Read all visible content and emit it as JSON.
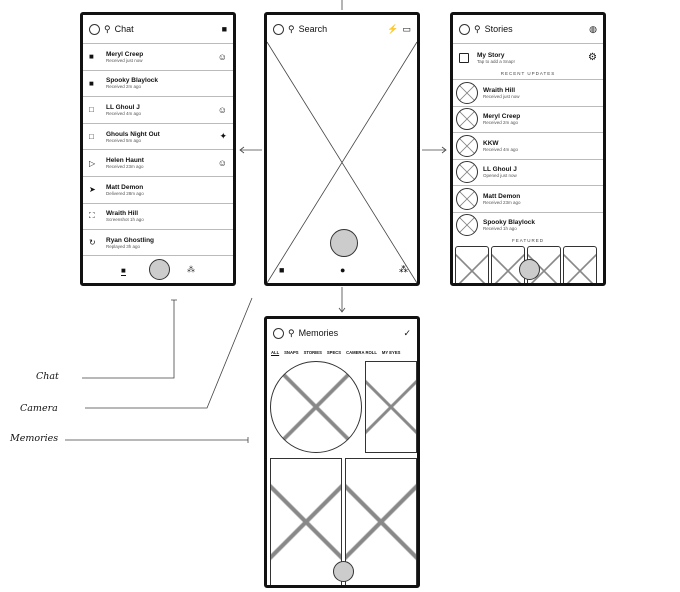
{
  "chat": {
    "title": "Chat",
    "items": [
      {
        "name": "Meryl Creep",
        "status": "Received just now",
        "icon": "filled-chat-icon",
        "trail": "emoji-icon"
      },
      {
        "name": "Spooky Blaylock",
        "status": "Received 2m ago",
        "icon": "filled-square-icon",
        "trail": ""
      },
      {
        "name": "LL Ghoul J",
        "status": "Received 4m ago",
        "icon": "outline-chat-icon",
        "trail": "emoji-icon"
      },
      {
        "name": "Ghouls Night Out",
        "status": "Received 5m ago",
        "icon": "outline-square-icon",
        "trail": "sparkle-icon"
      },
      {
        "name": "Helen Haunt",
        "status": "Received 23m ago",
        "icon": "outline-arrow-icon",
        "trail": "emoji-icon"
      },
      {
        "name": "Matt Demon",
        "status": "Delivered 28m ago",
        "icon": "filled-arrow-icon",
        "trail": ""
      },
      {
        "name": "Wraith Hill",
        "status": "Screenshot 1h ago",
        "icon": "screenshot-icon",
        "trail": ""
      },
      {
        "name": "Ryan Ghostling",
        "status": "Replayed 3h ago",
        "icon": "replay-icon",
        "trail": ""
      }
    ]
  },
  "camera": {
    "title": "Search"
  },
  "stories": {
    "title": "Stories",
    "my_story": "My Story",
    "my_story_sub": "Tap to add a Snap!",
    "recent": "RECENT UPDATES",
    "featured": "FEATURED",
    "items": [
      {
        "name": "Wraith Hill",
        "status": "Received just now"
      },
      {
        "name": "Meryl Creep",
        "status": "Received 2m ago"
      },
      {
        "name": "KKW",
        "status": "Received 4m ago"
      },
      {
        "name": "LL Ghoul J",
        "status": "Opened just now"
      },
      {
        "name": "Matt Demon",
        "status": "Received 23m ago"
      },
      {
        "name": "Spooky Blaylock",
        "status": "Received 1h ago"
      }
    ]
  },
  "memories": {
    "title": "Memories",
    "tabs": [
      "ALL",
      "SNAPS",
      "STORIES",
      "SPECS",
      "CAMERA ROLL",
      "MY EYES"
    ]
  },
  "labels": {
    "chat": "Chat",
    "camera": "Camera",
    "memories": "Memories"
  }
}
